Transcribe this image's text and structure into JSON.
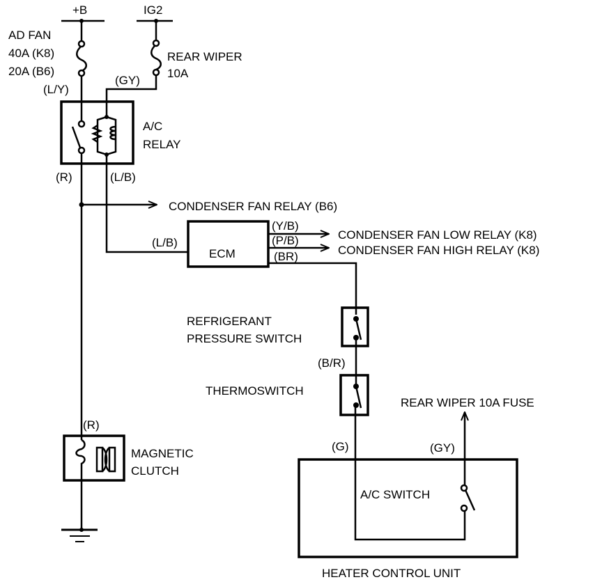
{
  "power": {
    "battery": "+B",
    "ignition": "IG2"
  },
  "fuses": {
    "ad_fan": [
      "AD FAN",
      "40A (K8)",
      "20A (B6)"
    ],
    "rear_wiper": [
      "REAR WIPER",
      "10A"
    ]
  },
  "wires": {
    "l_y": "(L/Y)",
    "gy_top": "(GY)",
    "r_relay": "(R)",
    "l_b_relay": "(L/B)",
    "l_b_ecm": "(L/B)",
    "y_b": "(Y/B)",
    "p_b": "(P/B)",
    "br": "(BR)",
    "b_r": "(B/R)",
    "g": "(G)",
    "gy_hcu": "(GY)",
    "r_clutch": "(R)"
  },
  "components": {
    "relay": [
      "A/C",
      "RELAY"
    ],
    "ecm": "ECM",
    "refrigerant_switch": [
      "REFRIGERANT",
      "PRESSURE SWITCH"
    ],
    "thermoswitch": "THERMOSWITCH",
    "magnetic_clutch": [
      "MAGNETIC",
      "CLUTCH"
    ],
    "ac_switch": "A/C SWITCH",
    "heater_control_unit": "HEATER CONTROL UNIT"
  },
  "outputs": {
    "condenser_fan_relay": "CONDENSER FAN RELAY (B6)",
    "condenser_fan_low": "CONDENSER FAN LOW RELAY (K8)",
    "condenser_fan_high": "CONDENSER FAN HIGH RELAY (K8)",
    "rear_wiper_fuse": "REAR WIPER 10A FUSE"
  }
}
